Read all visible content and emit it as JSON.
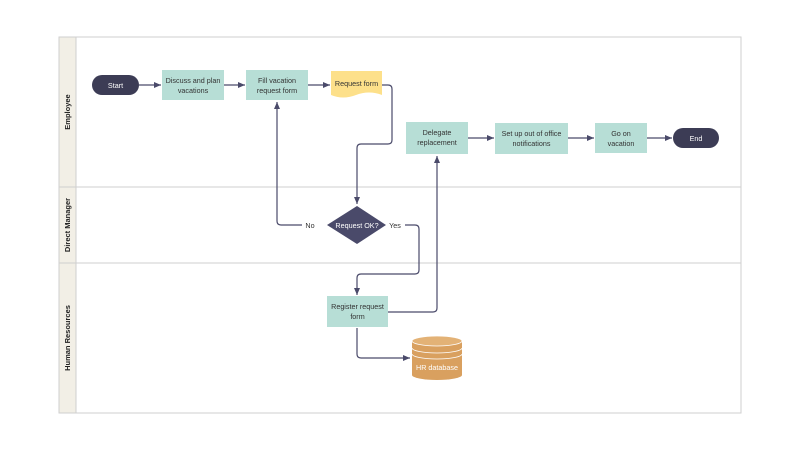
{
  "diagram": {
    "lanes": {
      "employee": "Employee",
      "manager": "Direct Manager",
      "hr": "Human Resources"
    },
    "nodes": {
      "start": "Start",
      "discuss_1": "Discuss and plan",
      "discuss_2": "vacations",
      "fill_1": "Fill vacation",
      "fill_2": "request form",
      "request_form": "Request form",
      "decision": "Request OK?",
      "register_1": "Register request",
      "register_2": "form",
      "hr_database": "HR database",
      "delegate_1": "Delegate",
      "delegate_2": "replacement",
      "ooo_1": "Set up out of office",
      "ooo_2": "notifications",
      "vacation_1": "Go on",
      "vacation_2": "vacation",
      "end": "End"
    },
    "edges": {
      "no": "No",
      "yes": "Yes"
    },
    "colors": {
      "process": "#b7ded6",
      "document": "#fde08a",
      "terminal": "#3c3c55",
      "decision": "#4a4a6a",
      "database": "#d9a05f",
      "line": "#4a4a6a"
    }
  }
}
